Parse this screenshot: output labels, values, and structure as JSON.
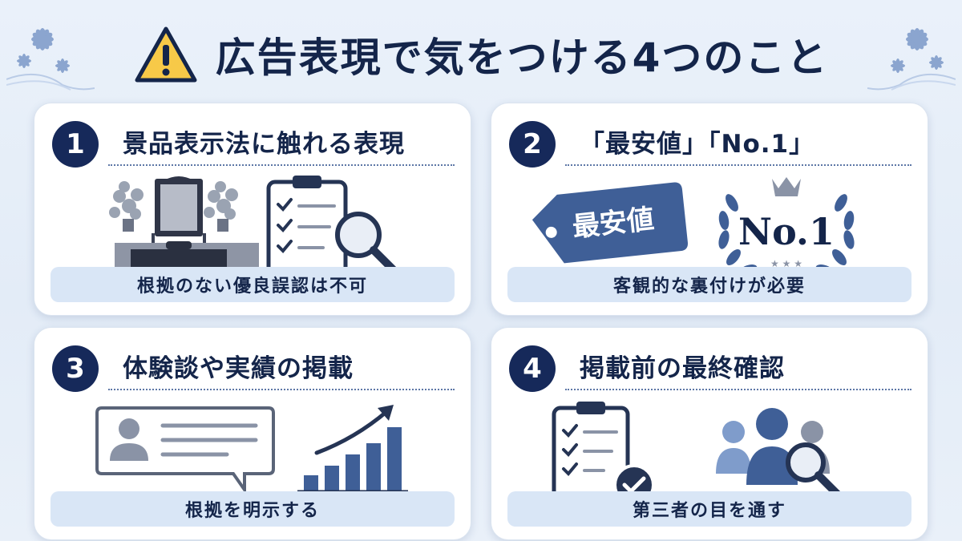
{
  "header": {
    "title": "広告表現で気をつける4つのこと",
    "icon": "warning-icon"
  },
  "colors": {
    "navy": "#16295a",
    "accent_blue": "#3f5f97",
    "caption_bg": "#d9e6f6",
    "warning_yellow": "#f7c948"
  },
  "cards": [
    {
      "number": "1",
      "title": "景品表示法に触れる表現",
      "caption": "根拠のない優良誤認は不可",
      "icons": [
        "altar-icon",
        "checklist-magnifier-icon"
      ]
    },
    {
      "number": "2",
      "title": "「最安値」「No.1」",
      "caption": "客観的な裏付けが必要",
      "tag_text": "最安値",
      "badge_text": "No.1",
      "icons": [
        "price-tag-icon",
        "laurel-crown-badge-icon"
      ]
    },
    {
      "number": "3",
      "title": "体験談や実績の掲載",
      "caption": "根拠を明示する",
      "icons": [
        "testimonial-bubble-icon",
        "growth-chart-icon"
      ]
    },
    {
      "number": "4",
      "title": "掲載前の最終確認",
      "caption": "第三者の目を通す",
      "icons": [
        "checklist-approved-icon",
        "people-magnifier-icon"
      ]
    }
  ]
}
